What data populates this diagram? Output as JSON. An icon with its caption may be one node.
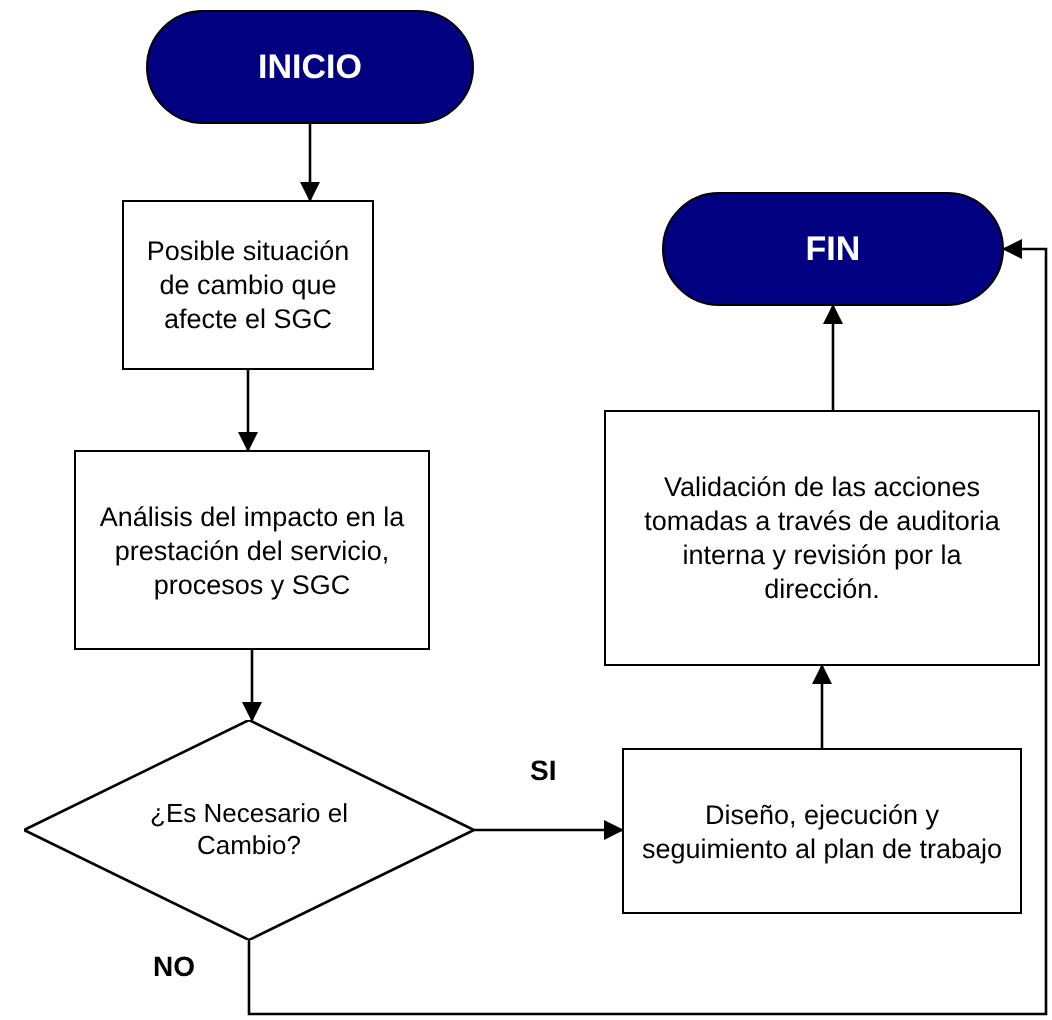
{
  "diagram": {
    "nodes": [
      {
        "text": [
          "INICIO"
        ]
      },
      {
        "text": [
          "Posible situación de cambio que afecte el SGC"
        ]
      },
      {
        "text": [
          "Análisis del impacto en la prestación del servicio, procesos y SGC"
        ]
      },
      {
        "text": [
          "¿Es Necesario el Cambio?"
        ]
      },
      {
        "text": [
          "Diseño, ejecución y seguimiento al plan de trabajo"
        ]
      },
      {
        "text": [
          "Validación de las acciones tomadas a través de auditoria interna y revisión por la dirección."
        ]
      },
      {
        "text": [
          "FIN"
        ]
      }
    ],
    "edges": [
      {
        "from": 0,
        "to": 1,
        "arrow": "to"
      },
      {
        "from": 1,
        "to": 2,
        "arrow": "to"
      },
      {
        "from": 2,
        "to": 3,
        "arrow": "to"
      },
      {
        "from": 3,
        "to": 4,
        "arrow": "to",
        "label": "SI"
      },
      {
        "from": 4,
        "to": 5,
        "arrow": "to"
      },
      {
        "from": 5,
        "to": 6,
        "arrow": "to"
      },
      {
        "from": 3,
        "to": 6,
        "arrow": "to",
        "label": "NO"
      }
    ]
  }
}
